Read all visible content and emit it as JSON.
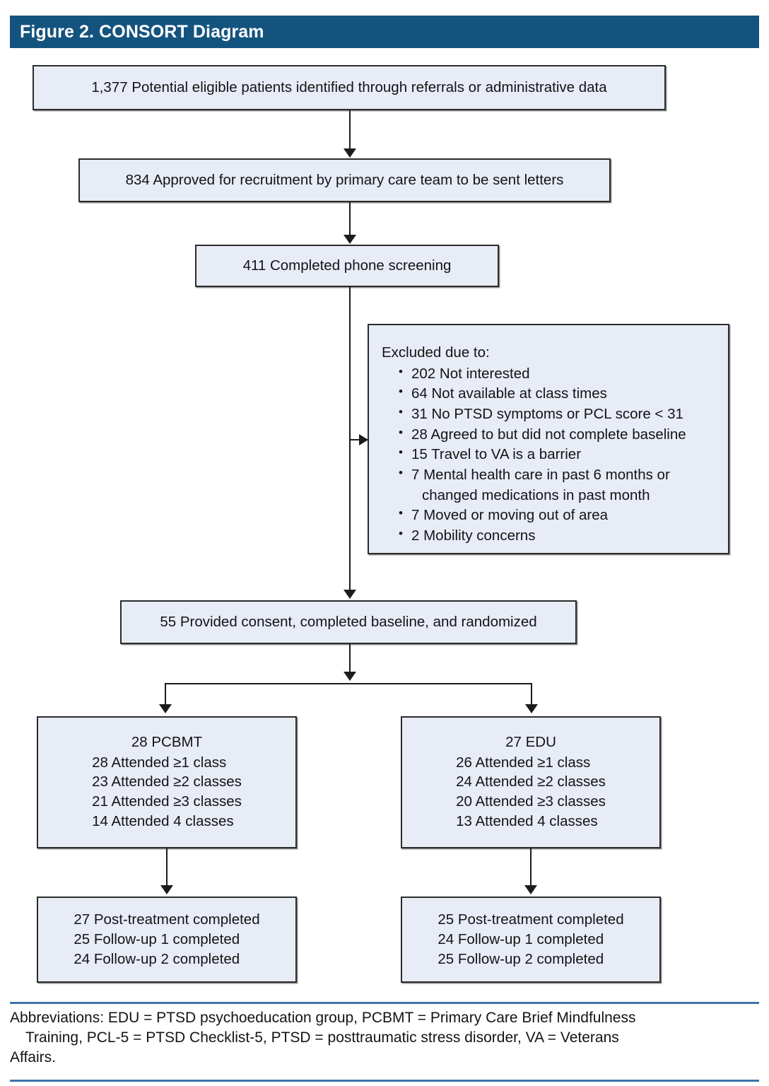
{
  "figure": {
    "title": "Figure 2. CONSORT Diagram",
    "header_color": "#14537e",
    "box_fill": "#e7ecf7",
    "box_border": "#2b2b2b",
    "rule_color": "#3f73a8"
  },
  "flow": {
    "identified": "1,377  Potential eligible patients identified through referrals or administrative data",
    "approved": "834 Approved for recruitment by primary care team to be sent letters",
    "screened": "411 Completed phone screening",
    "randomized": "55 Provided consent, completed baseline, and randomized"
  },
  "excluded": {
    "heading": "Excluded due to:",
    "items": [
      {
        "text": "202 Not interested",
        "cont": ""
      },
      {
        "text": "64 Not available at class times",
        "cont": ""
      },
      {
        "text": "31 No PTSD symptoms or PCL score < 31",
        "cont": ""
      },
      {
        "text": "28 Agreed to but did not complete baseline",
        "cont": ""
      },
      {
        "text": "15 Travel to VA is a barrier",
        "cont": ""
      },
      {
        "text": "7 Mental health care in past 6 months or",
        "cont": "changed medications in past month"
      },
      {
        "text": "7 Moved or moving out of area",
        "cont": ""
      },
      {
        "text": "2 Mobility concerns",
        "cont": ""
      }
    ]
  },
  "arms": {
    "pcbmt": {
      "title": "28 PCBMT",
      "lines": [
        "28 Attended ≥1 class",
        "23 Attended ≥2 classes",
        "21 Attended ≥3 classes",
        "14 Attended 4 classes"
      ],
      "outcomes": [
        "27 Post-treatment completed",
        "25 Follow-up 1 completed",
        "24 Follow-up 2 completed"
      ]
    },
    "edu": {
      "title": "27 EDU",
      "lines": [
        "26 Attended ≥1 class",
        "24 Attended ≥2 classes",
        "20 Attended ≥3 classes",
        "13 Attended 4 classes"
      ],
      "outcomes": [
        "25 Post-treatment completed",
        "24 Follow-up 1 completed",
        "25 Follow-up 2 completed"
      ]
    }
  },
  "footnote": {
    "line1": "Abbreviations: EDU = PTSD psychoeducation group, PCBMT = Primary Care Brief Mindfulness",
    "line2": "Training, PCL-5 = PTSD Checklist-5, PTSD = posttraumatic stress disorder, VA = Veterans",
    "line3": "Affairs."
  }
}
